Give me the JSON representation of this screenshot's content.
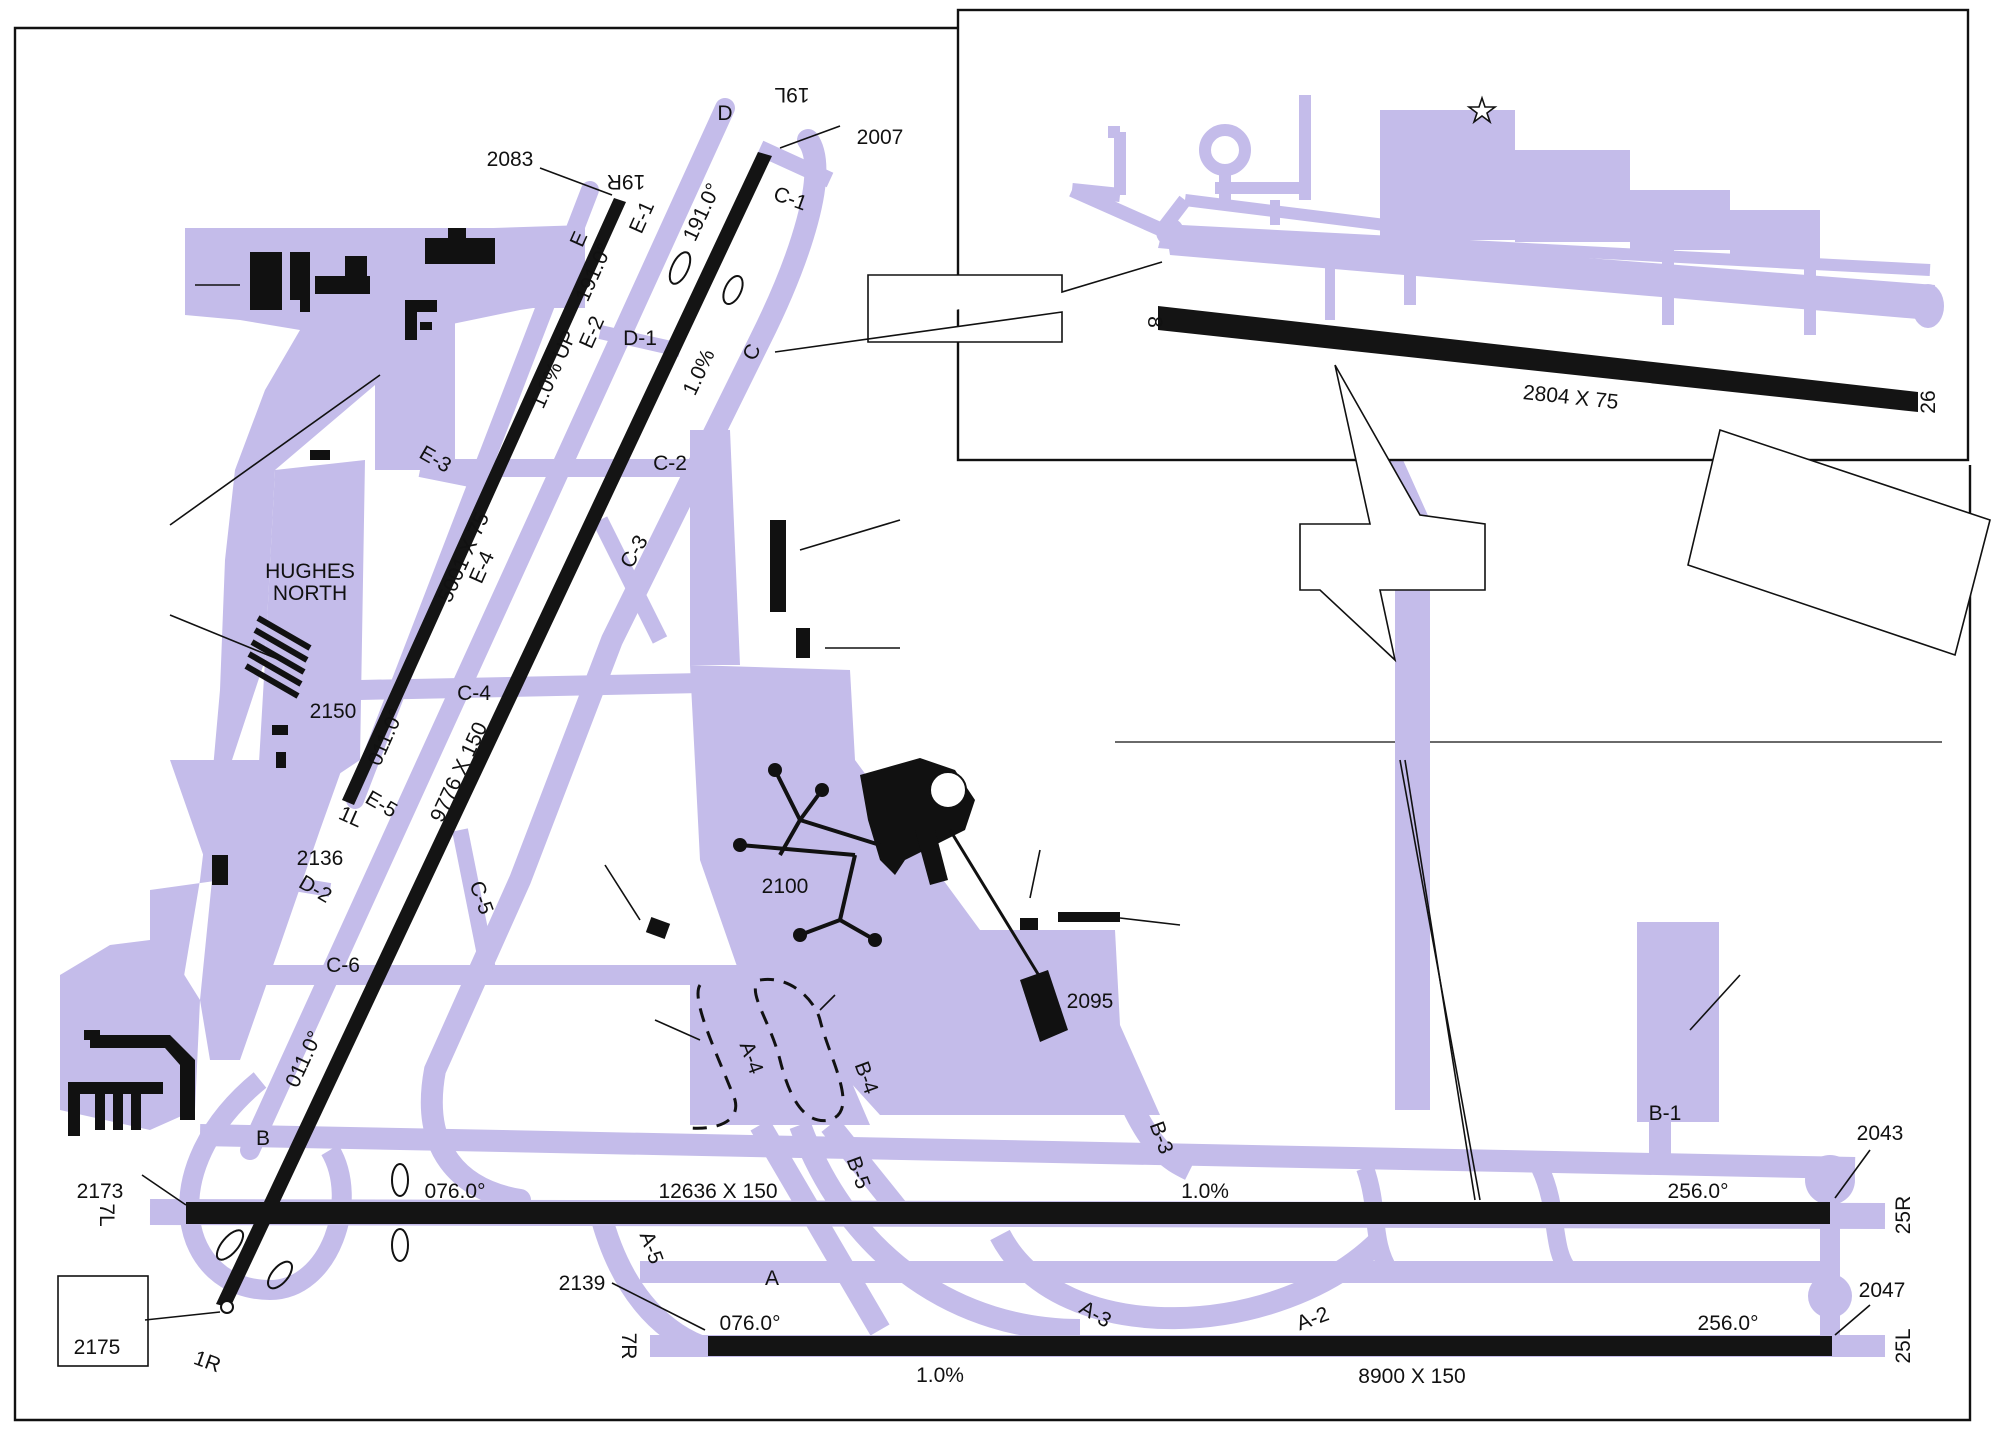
{
  "colors": {
    "taxiway": "#c4bcea",
    "runway": "#141414",
    "background": "#ffffff",
    "ink": "#111111"
  },
  "areas": {
    "hughes_north": "HUGHES NORTH"
  },
  "runways": {
    "r1r_19l": {
      "dimensions": "9776 X 150",
      "end_south": "1R",
      "end_north": "19L",
      "heading_up": "011.0°",
      "heading_down": "191.0°",
      "grade": "1.0%"
    },
    "r1l_19r": {
      "dimensions": "5001 X 75",
      "end_south": "1L",
      "end_north": "19R",
      "heading_up": "011.0°",
      "heading_down": "191.0°",
      "grade": "1.0% UP"
    },
    "r7l_25r": {
      "dimensions": "12636 X 150",
      "end_west": "7L",
      "end_east": "25R",
      "heading_east": "076.0°",
      "heading_west": "256.0°",
      "grade": "1.0%"
    },
    "r7r_25l": {
      "dimensions": "8900 X 150",
      "end_west": "7R",
      "end_east": "25L",
      "heading_east": "076.0°",
      "heading_west": "256.0°",
      "grade": "1.0%"
    },
    "inset": {
      "dimensions": "2804 X 75",
      "end_west": "8",
      "end_east": "26",
      "heading_west": "",
      "heading_east": ""
    }
  },
  "elevations": [
    "2083",
    "2007",
    "2150",
    "2136",
    "2100",
    "2095",
    "2173",
    "2175",
    "2139",
    "2043",
    "2047"
  ],
  "taxiways": [
    "A",
    "A-2",
    "A-3",
    "A-4",
    "A-5",
    "B",
    "B-1",
    "B-3",
    "B-4",
    "B-5",
    "C",
    "C-1",
    "C-2",
    "C-3",
    "C-4",
    "C-5",
    "C-6",
    "D",
    "D-1",
    "D-2",
    "E",
    "E-1",
    "E-2",
    "E-3",
    "E-4",
    "E-5"
  ],
  "symbols": {
    "tower": "star-icon",
    "inset_star": "star-icon"
  }
}
